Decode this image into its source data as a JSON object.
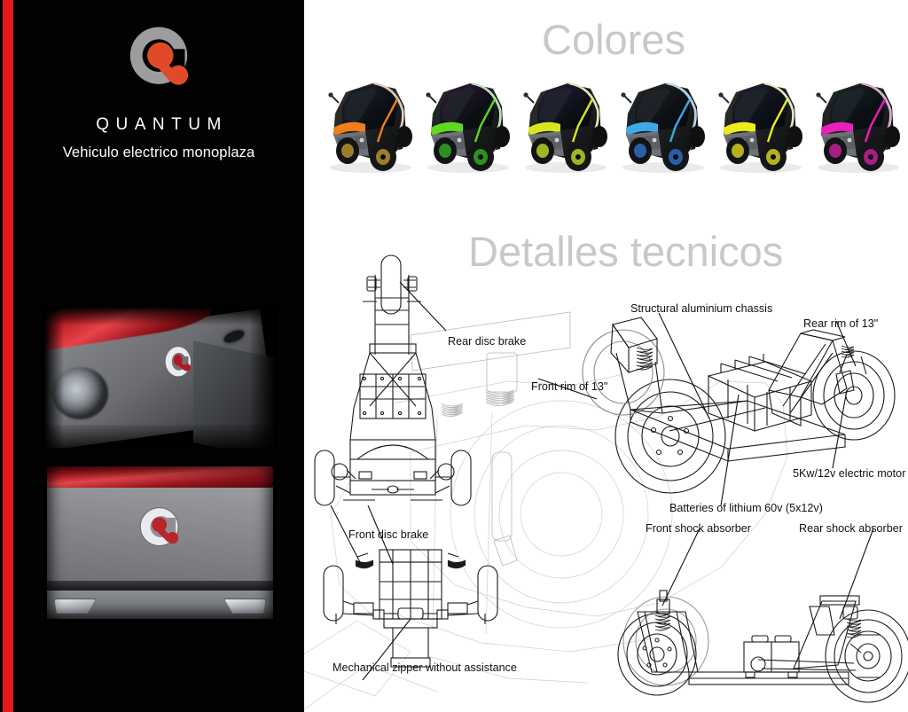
{
  "brand": {
    "name": "QUANTUM",
    "tagline": "Vehiculo electrico monoplaza",
    "logo_icon": "quantum-q-logo-icon",
    "logo_ring_color": "#9d9d9d",
    "logo_dot_color": "#e04a28",
    "accent_stripe_color": "#e8191c",
    "panel_background": "#020202"
  },
  "photos": [
    {
      "name": "rear-quarter-detail-photo",
      "alt_icon": "vehicle-rear-quarter-photo"
    },
    {
      "name": "rear-badge-detail-photo",
      "alt_icon": "vehicle-rear-badge-photo"
    }
  ],
  "sections": {
    "colores": {
      "title": "Colores",
      "title_color": "#c8c8c8"
    },
    "detalles": {
      "title": "Detalles tecnicos",
      "title_color": "#c8c8c8"
    }
  },
  "color_variants": [
    {
      "name": "orange",
      "accent": "#f07f1a",
      "body_tint": "#3a3226",
      "glass": "#1b2233",
      "wheel": "#9c7d2a"
    },
    {
      "name": "green",
      "accent": "#5ed820",
      "body_tint": "#20301f",
      "glass": "#3a1340",
      "wheel": "#2f8f22"
    },
    {
      "name": "yellow-green",
      "accent": "#d8e61f",
      "body_tint": "#2e3320",
      "glass": "#2a1c42",
      "wheel": "#9fb520"
    },
    {
      "name": "blue",
      "accent": "#3fa8e8",
      "body_tint": "#1b2436",
      "glass": "#2a2418",
      "wheel": "#2a5fa8"
    },
    {
      "name": "yellow",
      "accent": "#ecec1c",
      "body_tint": "#2f3220",
      "glass": "#20203a",
      "wheel": "#b5b01c"
    },
    {
      "name": "magenta",
      "accent": "#e81fbc",
      "body_tint": "#2a2130",
      "glass": "#162a1f",
      "wheel": "#a81f84"
    }
  ],
  "tech_labels": {
    "rear_disc_brake": "Rear disc brake",
    "front_disc_brake": "Front disc brake",
    "mechanical_zipper": "Mechanical zipper without assistance",
    "front_rim": "Front rim of 13\"",
    "rear_rim": "Rear rim of 13\"",
    "structural_chassis": "Structural aluminium chassis",
    "electric_motor": "5Kw/12v electric motor",
    "batteries": "Batteries of lithium 60v (5x12v)",
    "front_shock": "Front shock absorber",
    "rear_shock": "Rear shock absorber"
  },
  "diagrams": [
    {
      "name": "rear-suspension-top-view-diagram"
    },
    {
      "name": "front-suspension-top-view-diagram"
    },
    {
      "name": "chassis-isometric-diagram"
    },
    {
      "name": "chassis-side-view-diagram"
    },
    {
      "name": "ghosted-vehicle-outline-diagram"
    }
  ]
}
